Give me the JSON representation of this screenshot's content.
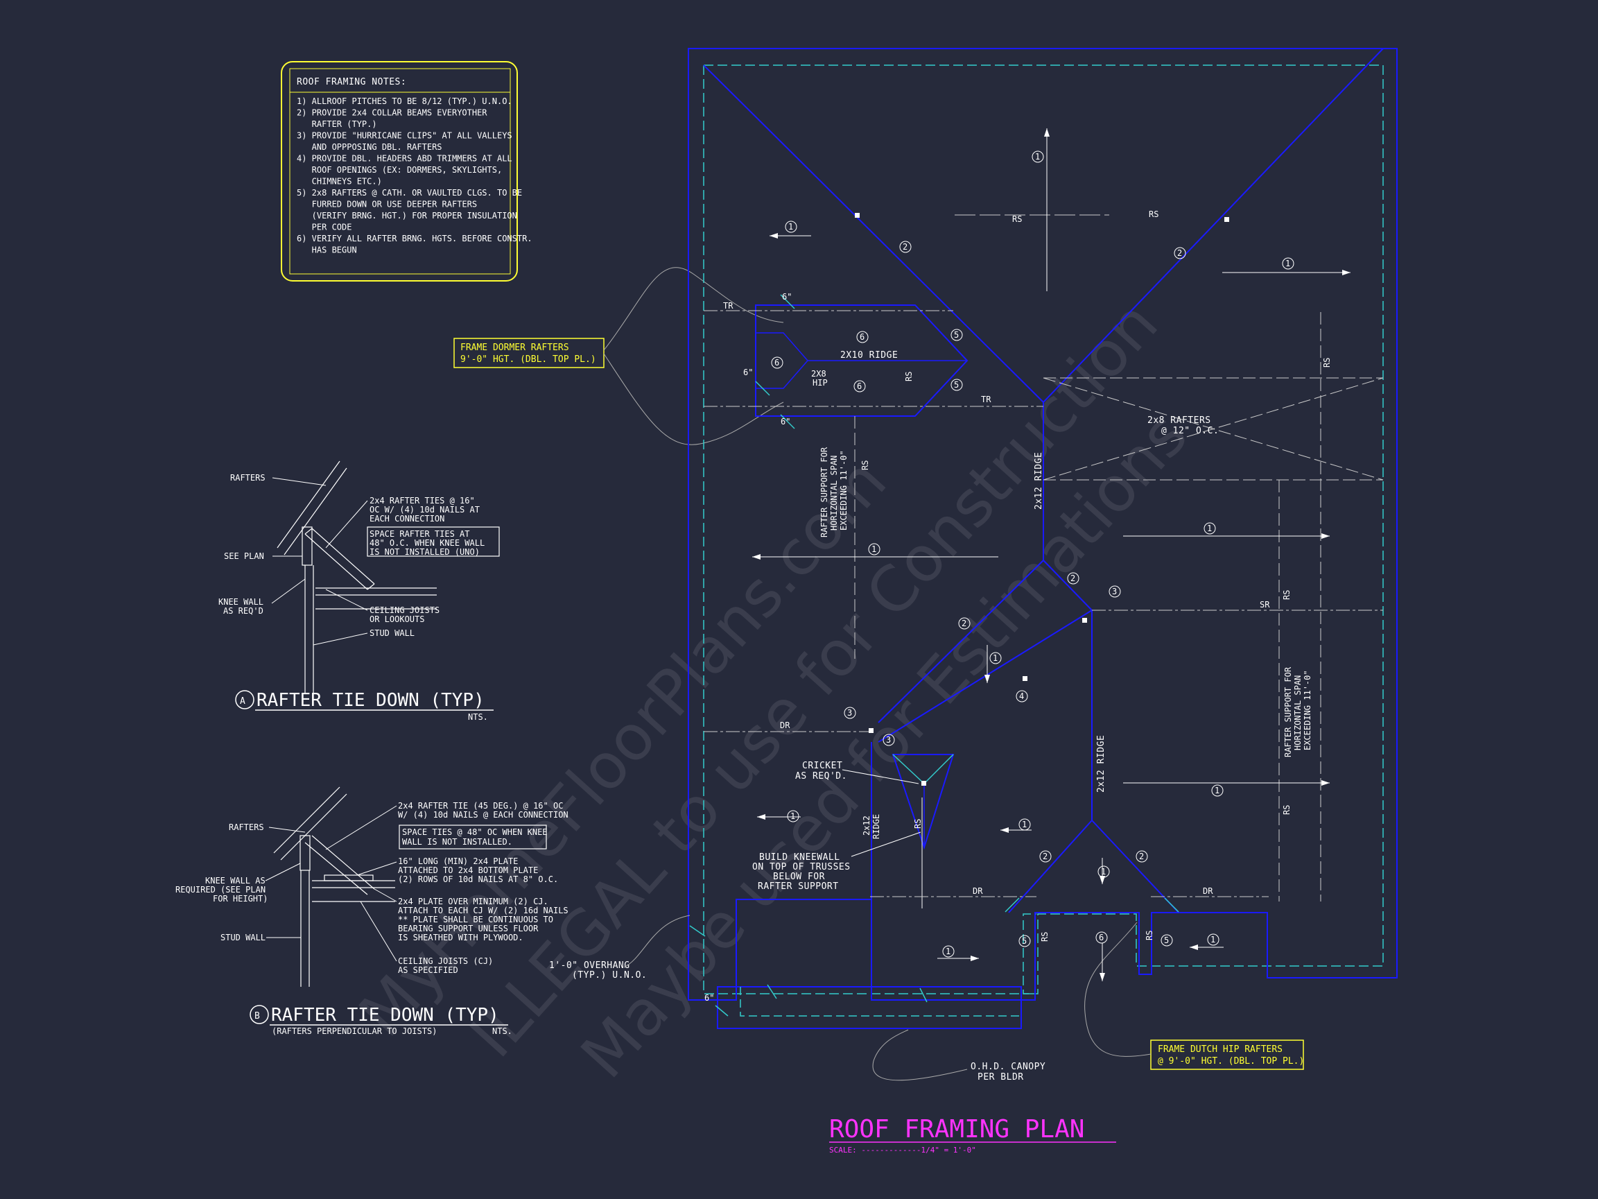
{
  "notes": {
    "title": "ROOF FRAMING NOTES:",
    "lines": [
      "1) ALLROOF PITCHES TO BE  8/12 (TYP.) U.N.O.",
      "2) PROVIDE 2x4 COLLAR BEAMS EVERYOTHER",
      "   RAFTER (TYP.)",
      "3) PROVIDE \"HURRICANE CLIPS\" AT ALL VALLEYS",
      "   AND OPPPOSING DBL. RAFTERS",
      "4) PROVIDE DBL. HEADERS ABD TRIMMERS AT ALL",
      "   ROOF OPENINGS (EX: DORMERS, SKYLIGHTS,",
      "   CHIMNEYS ETC.)",
      "5) 2x8 RAFTERS @ CATH. OR VAULTED CLGS. TO BE",
      "   FURRED DOWN OR USE DEEPER RAFTERS",
      "   (VERIFY BRNG. HGT.) FOR PROPER INSULATION",
      "   PER CODE",
      "6) VERIFY ALL RAFTER BRNG. HGTS. BEFORE CONSTR.",
      "   HAS BEGUN"
    ]
  },
  "dormer_callout": {
    "line1": "FRAME DORMER RAFTERS",
    "line2": "9'-0\" HGT. (DBL. TOP PL.)"
  },
  "dutch_callout": {
    "line1": "FRAME DUTCH HIP RAFTERS",
    "line2": "@ 9'-0\" HGT. (DBL. TOP PL.)"
  },
  "detail_a": {
    "rafters": "RAFTERS",
    "tie1": "2x4 RAFTER TIES @ 16\"",
    "tie2": "OC W/ (4) 10d NAILS AT",
    "tie3": "EACH CONNECTION",
    "space1": "SPACE RAFTER TIES AT",
    "space2": "48\" O.C. WHEN KNEE WALL",
    "space3": "IS NOT INSTALLED (UNO)",
    "see_plan": "SEE PLAN",
    "knee1": "KNEE WALL",
    "knee2": "AS REQ'D",
    "ceil1": "CEILING JOISTS",
    "ceil2": "OR LOOKOUTS",
    "stud": "STUD WALL",
    "marker": "A",
    "title": "RAFTER TIE DOWN (TYP)",
    "nts": "NTS."
  },
  "detail_b": {
    "rafters": "RAFTERS",
    "l1": "2x4 RAFTER TIE (45 DEG.) @ 16\" OC",
    "l2": "W/ (4) 10d NAILS @ EACH CONNECTION",
    "s1": "SPACE TIES @ 48\" OC WHEN KNEE",
    "s2": "WALL IS NOT INSTALLED.",
    "p1": "16\" LONG (MIN) 2x4 PLATE",
    "p2": "ATTACHED TO 2x4 BOTTOM PLATE",
    "p3": "(2) ROWS OF 10d NAILS AT 8\" O.C.",
    "q1": "2x4 PLATE OVER MINIMUM (2) CJ.",
    "q2": "ATTACH TO EACH CJ W/ (2) 16d NAILS",
    "q3": "** PLATE SHALL BE CONTINUOUS TO",
    "q4": "BEARING SUPPORT UNLESS FLOOR",
    "q5": "IS SHEATHED WITH PLYWOOD.",
    "k1": "KNEE WALL AS",
    "k2": "REQUIRED (SEE PLAN",
    "k3": "FOR HEIGHT)",
    "stud": "STUD WALL",
    "cj1": "CEILING JOISTS (CJ)",
    "cj2": "AS SPECIFIED",
    "marker": "B",
    "title": "RAFTER TIE DOWN (TYP)",
    "sub": "(RAFTERS PERPENDICULAR TO JOISTS)",
    "nts": "NTS."
  },
  "plan_labels": {
    "ridge_2x10": "2X10 RIDGE",
    "hip": "2X8",
    "hip2": "HIP",
    "rafters_2x8": "2x8  RAFTERS",
    "rafters_oc": "@ 12\" O.C.",
    "ridge_2x12": "2x12 RIDGE",
    "ridge_2x12b": "2x12 RIDGE",
    "ridge_small1": "2x12",
    "ridge_small2": "RIDGE",
    "support1": "RAFTER SUPPORT FOR",
    "support2": "HORIZONTAL SPAN",
    "support3": "EXCEEDING 11'-0\"",
    "cricket1": "CRICKET",
    "cricket2": "AS REQ'D.",
    "knee1": "BUILD KNEEWALL",
    "knee2": "ON TOP OF TRUSSES",
    "knee3": "BELOW FOR",
    "knee4": "RAFTER SUPPORT",
    "overhang1": "1'-0\" OVERHANG",
    "overhang2": "(TYP.) U.N.O.",
    "canopy1": "O.H.D. CANOPY",
    "canopy2": "PER BLDR",
    "tr": "TR",
    "rs": "RS",
    "sr": "SR",
    "dr": "DR",
    "six": "6\""
  },
  "title_block": {
    "title": "ROOF FRAMING PLAN",
    "scale": "SCALE: -------------1/4\" = 1'-0\""
  },
  "watermark": {
    "w1": "MyHomeFloorPlans.com",
    "w2": "ILLEGAL to use for Construction",
    "w3": "Maybe used for Estimations"
  },
  "colors": {
    "background": "#262a3b",
    "roof": "#1a1aff",
    "overhang": "#33cccc",
    "notes": "#ffff33",
    "title": "#ff33ff"
  }
}
